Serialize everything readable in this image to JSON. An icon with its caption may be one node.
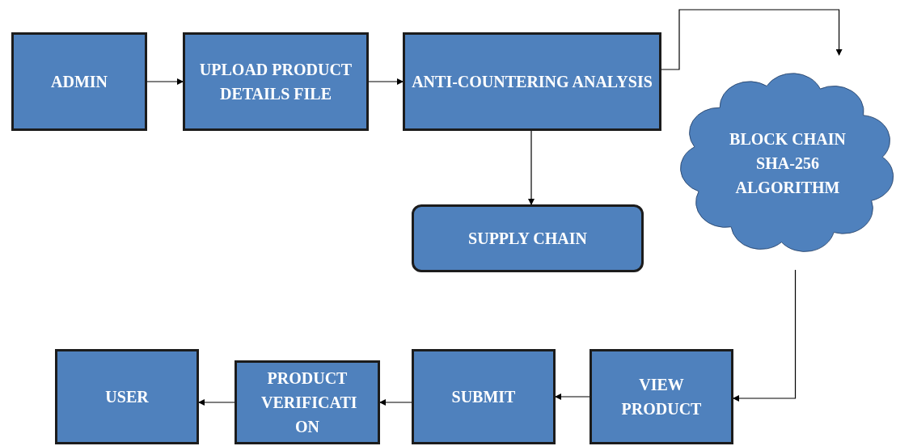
{
  "diagram": {
    "nodes": [
      {
        "text": [
          "ADMIN"
        ]
      },
      {
        "text": [
          "UPLOAD PRODUCT DETAILS FILE"
        ]
      },
      {
        "text": [
          "ANTI-COUNTERING ANALYSIS"
        ]
      },
      {
        "text": [
          "SUPPLY CHAIN"
        ]
      },
      {
        "text": [
          "BLOCK CHAIN SHA-256 ALGORITHM"
        ]
      },
      {
        "text": [
          "VIEW PRODUCT"
        ]
      },
      {
        "text": [
          "SUBMIT"
        ]
      },
      {
        "text": [
          "PRODUCT VERIFICATI ON"
        ]
      },
      {
        "text": [
          "USER"
        ]
      }
    ],
    "edges": [
      {
        "from": 0,
        "to": 1,
        "arrow": "to"
      },
      {
        "from": 1,
        "to": 2,
        "arrow": "to"
      },
      {
        "from": 2,
        "to": 3,
        "arrow": "to"
      },
      {
        "from": 2,
        "to": 4,
        "arrow": "to"
      },
      {
        "from": 4,
        "to": 5,
        "arrow": "to"
      },
      {
        "from": 5,
        "to": 6,
        "arrow": "to"
      },
      {
        "from": 6,
        "to": 7,
        "arrow": "to"
      },
      {
        "from": 7,
        "to": 8,
        "arrow": "to"
      }
    ]
  }
}
